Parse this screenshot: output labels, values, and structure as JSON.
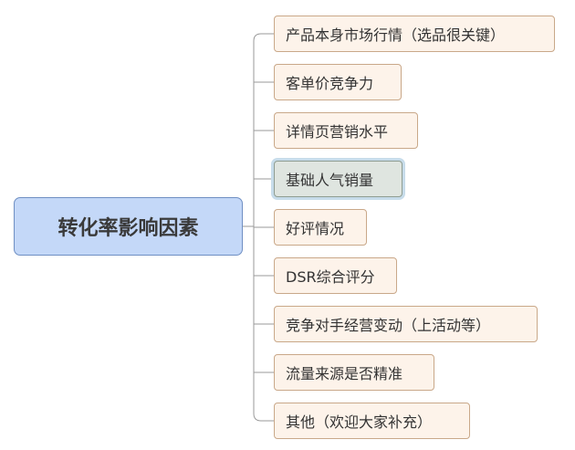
{
  "root": {
    "label": "转化率影响因素"
  },
  "children": [
    {
      "label": "产品本身市场行情（选品很关键）"
    },
    {
      "label": "客单价竞争力"
    },
    {
      "label": "详情页营销水平"
    },
    {
      "label": "基础人气销量",
      "selected": true
    },
    {
      "label": "好评情况"
    },
    {
      "label": "DSR综合评分"
    },
    {
      "label": "竞争对手经营变动（上活动等）"
    },
    {
      "label": "流量来源是否精准"
    },
    {
      "label": "其他（欢迎大家补充）"
    }
  ],
  "colors": {
    "root_fill": "#c4d8f8",
    "root_border": "#6f8fc3",
    "child_fill": "#fdf3ea",
    "child_border": "#c9a889",
    "selected_fill": "#dfe5e0",
    "selected_halo": "#c7dcea",
    "connector": "#9a9a9a"
  }
}
